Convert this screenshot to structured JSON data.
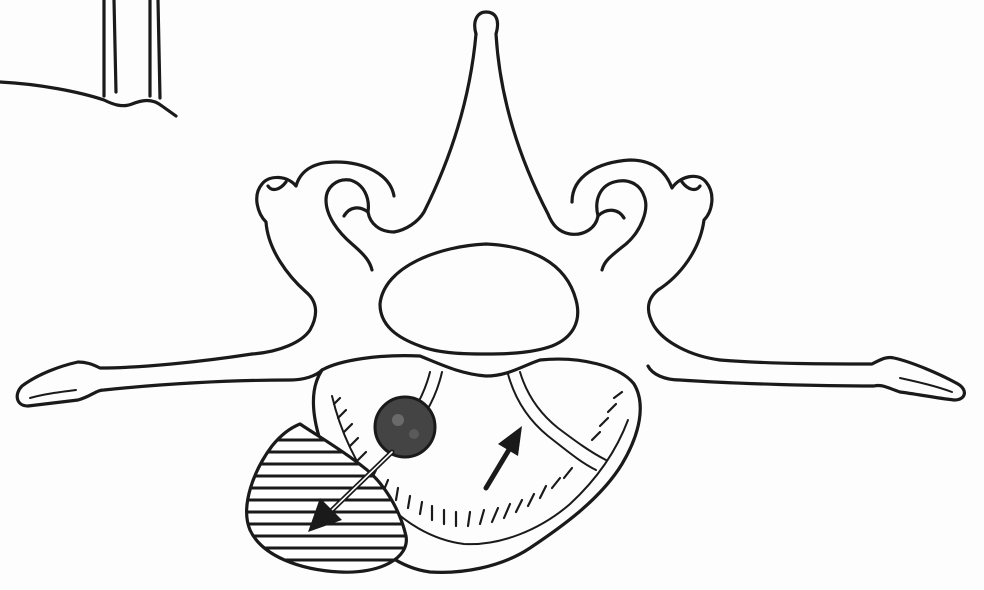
{
  "diagram": {
    "subject": "vertebra-cross-section-with-disc-herniation",
    "colors": {
      "background": "#fdfdfd",
      "ink": "#1a1a1a",
      "nucleus_fill": "#444444",
      "hatch_fill": "#ffffff"
    },
    "elements": [
      "spinous-process",
      "lamina-left",
      "lamina-right",
      "spinal-canal",
      "transverse-process-left",
      "transverse-process-right",
      "vertebral-body-disc",
      "annulus-fibers",
      "fissure-left",
      "fissure-right",
      "nucleus-pulposus",
      "herniated-fragment",
      "arrow-herniation",
      "arrow-retraction",
      "adjacent-structure"
    ]
  }
}
